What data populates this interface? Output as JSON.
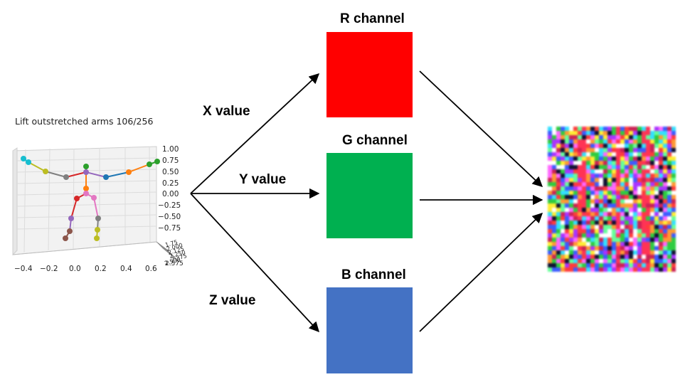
{
  "plot": {
    "title": "Lift outstretched arms 106/256",
    "z_ticks": [
      "1.00",
      "0.75",
      "0.50",
      "0.25",
      "0.00",
      "−0.25",
      "−0.50",
      "−0.75"
    ],
    "x_ticks": [
      "−0.4",
      "−0.2",
      "0.0",
      "0.2",
      "0.4",
      "0.6"
    ],
    "y_ticks": [
      "1.75",
      "2.000",
      "2.125",
      "2.250",
      "2.375",
      "2.500",
      "2.575"
    ]
  },
  "labels": {
    "x_value": "X value",
    "y_value": "Y value",
    "z_value": "Z value"
  },
  "channels": [
    {
      "label": "R channel",
      "color": "#ff0000"
    },
    {
      "label": "G channel",
      "color": "#00b050"
    },
    {
      "label": "B channel",
      "color": "#4472c4"
    }
  ]
}
